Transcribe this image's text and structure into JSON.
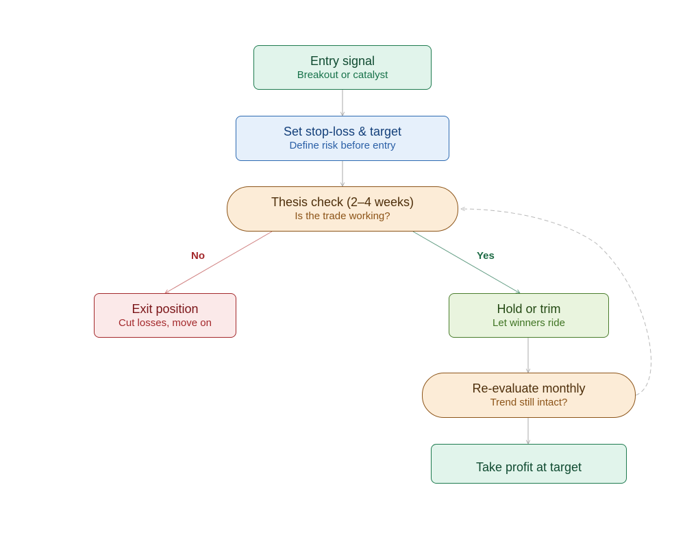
{
  "nodes": {
    "entry": {
      "title": "Entry signal",
      "subtitle": "Breakout or catalyst"
    },
    "stop": {
      "title": "Set stop-loss & target",
      "subtitle": "Define risk before entry"
    },
    "thesis": {
      "title": "Thesis check (2–4 weeks)",
      "subtitle": "Is the trade working?"
    },
    "exit": {
      "title": "Exit position",
      "subtitle": "Cut losses, move on"
    },
    "hold": {
      "title": "Hold or trim",
      "subtitle": "Let winners ride"
    },
    "reeval": {
      "title": "Re-evaluate monthly",
      "subtitle": "Trend still intact?"
    },
    "profit": {
      "title": "Take profit at target"
    }
  },
  "edges": {
    "no_label": "No",
    "yes_label": "Yes"
  },
  "colors": {
    "arrow_default": "#a8a8a8",
    "arrow_no": "#d08080",
    "arrow_yes": "#5e9a80",
    "loop_dashed": "#b8b8b8"
  }
}
